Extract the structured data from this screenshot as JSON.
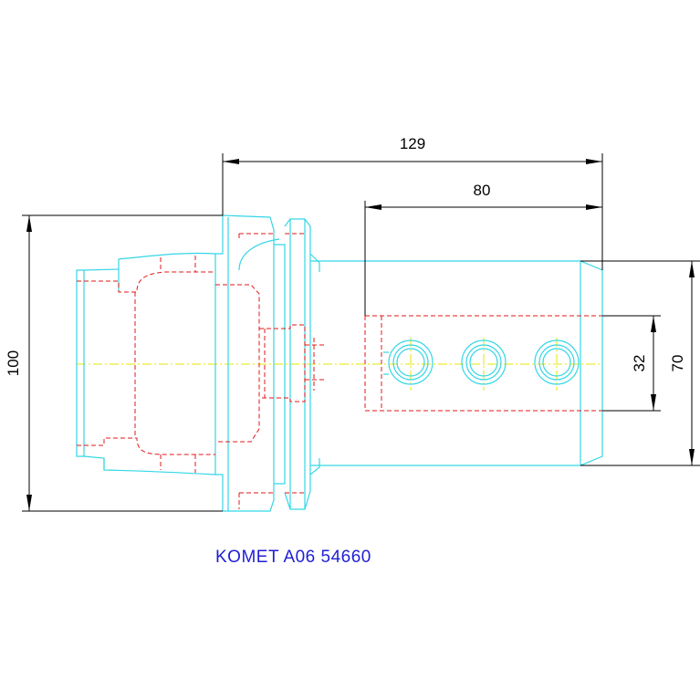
{
  "drawing": {
    "part_label": "KOMET A06 54660",
    "dimensions": {
      "overall_length": "129",
      "bore_depth": "80",
      "flange_diameter": "100",
      "body_diameter": "70",
      "bore_diameter": "32"
    },
    "colors": {
      "outline": "#35d6e6",
      "hidden_lines": "#e01818",
      "center_lines": "#e6e600",
      "dimensions": "#000000",
      "label": "#1f1fd6"
    }
  }
}
